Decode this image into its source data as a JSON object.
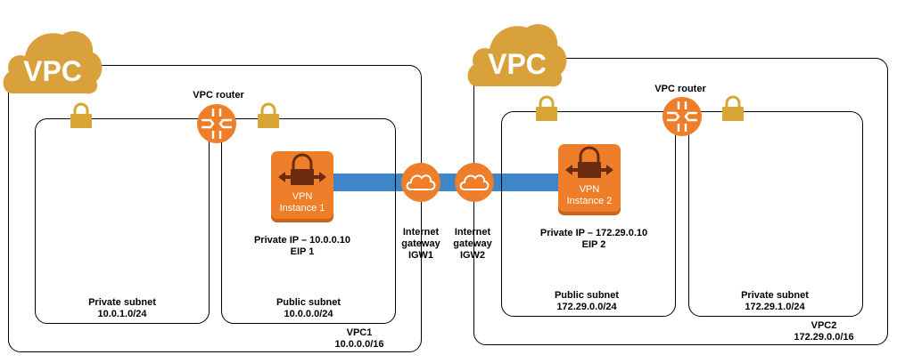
{
  "vpc1": {
    "badge": "VPC",
    "router_label": "VPC router",
    "name": "VPC1",
    "cidr": "10.0.0.0/16",
    "private_subnet": {
      "name": "Private subnet",
      "cidr": "10.0.1.0/24"
    },
    "public_subnet": {
      "name": "Public subnet",
      "cidr": "10.0.0.0/24"
    },
    "vpn_instance": {
      "line1": "VPN",
      "line2": "Instance 1"
    },
    "ip": {
      "line1": "Private IP – 10.0.0.10",
      "line2": "EIP 1"
    },
    "igw": {
      "line1": "Internet",
      "line2": "gateway",
      "line3": "IGW1"
    }
  },
  "vpc2": {
    "badge": "VPC",
    "router_label": "VPC router",
    "name": "VPC2",
    "cidr": "172.29.0.0/16",
    "private_subnet": {
      "name": "Private subnet",
      "cidr": "172.29.1.0/24"
    },
    "public_subnet": {
      "name": "Public subnet",
      "cidr": "172.29.0.0/24"
    },
    "vpn_instance": {
      "line1": "VPN",
      "line2": "Instance 2"
    },
    "ip": {
      "line1": "Private IP – 172.29.0.10",
      "line2": "EIP 2"
    },
    "igw": {
      "line1": "Internet",
      "line2": "gateway",
      "line3": "IGW2"
    }
  },
  "colors": {
    "cloud_gold": "#d9a13b",
    "lock_gold": "#d8a634",
    "aws_orange": "#ef7e2a",
    "tunnel_blue": "#3f86c8"
  },
  "icons": [
    "vpc-cloud-icon",
    "lock-icon",
    "router-icon",
    "internet-gateway-icon",
    "vpn-instance-icon"
  ]
}
